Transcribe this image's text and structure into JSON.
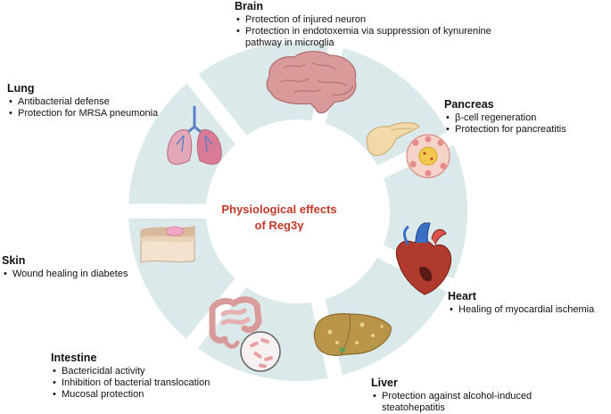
{
  "center": {
    "line1": "Physiological effects",
    "line2": "of Reg3γ"
  },
  "colors": {
    "ring_segment": "#dce9ea",
    "center_text": "#c0392b",
    "text": "#111111"
  },
  "organs": {
    "brain": {
      "name": "Brain",
      "icon": "brain-icon",
      "effects": [
        "Protection of  injured neuron",
        "Protection in endotoxemia via suppression of kynurenine pathway in microglia"
      ]
    },
    "pancreas": {
      "name": "Pancreas",
      "icon": "pancreas-icon",
      "effects": [
        "β-cell regeneration",
        "Protection for pancreatitis"
      ]
    },
    "heart": {
      "name": "Heart",
      "icon": "heart-icon",
      "effects": [
        "Healing of myocardial ischemia"
      ]
    },
    "liver": {
      "name": "Liver",
      "icon": "liver-icon",
      "effects": [
        "Protection against alcohol-induced steatohepatitis"
      ]
    },
    "intestine": {
      "name": "Intestine",
      "icon": "intestine-icon",
      "effects": [
        "Bactericidal activity",
        "Inhibition of bacterial translocation",
        "Mucosal protection"
      ]
    },
    "skin": {
      "name": "Skin",
      "icon": "skin-icon",
      "effects": [
        "Wound healing  in diabetes"
      ]
    },
    "lung": {
      "name": "Lung",
      "icon": "lungs-icon",
      "effects": [
        "Antibacterial defense",
        "Protection for MRSA pneumonia"
      ]
    }
  }
}
